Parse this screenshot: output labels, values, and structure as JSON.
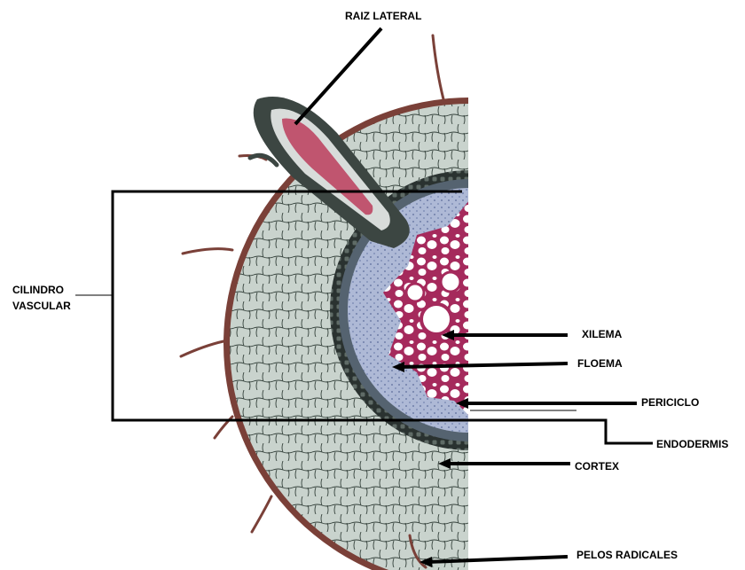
{
  "labels": {
    "raiz_lateral": "RAIZ LATERAL",
    "cilindro_line1": "CILINDRO",
    "cilindro_line2": "VASCULAR",
    "xilema": "XILEMA",
    "floema": "FLOEMA",
    "periciclo": "PERICICLO",
    "endodermis": "ENDODERMIS",
    "cortex": "CORTEX",
    "pelos_radicales": "PELOS RADICALES"
  },
  "colors": {
    "cortex_cell_fill": "#c9d3cd",
    "cortex_cell_wall": "#2f3b36",
    "epidermis": "#7a4038",
    "xylem_wall": "#a52a5c",
    "xylem_lumen": "#ffffff",
    "phloem": "#a9b6d4",
    "endodermis": "#1f2622",
    "pericycle": "#556370",
    "lateral_root_outer": "#3c4642",
    "lateral_root_core": "#c0556f",
    "annotation_line": "#000000"
  }
}
